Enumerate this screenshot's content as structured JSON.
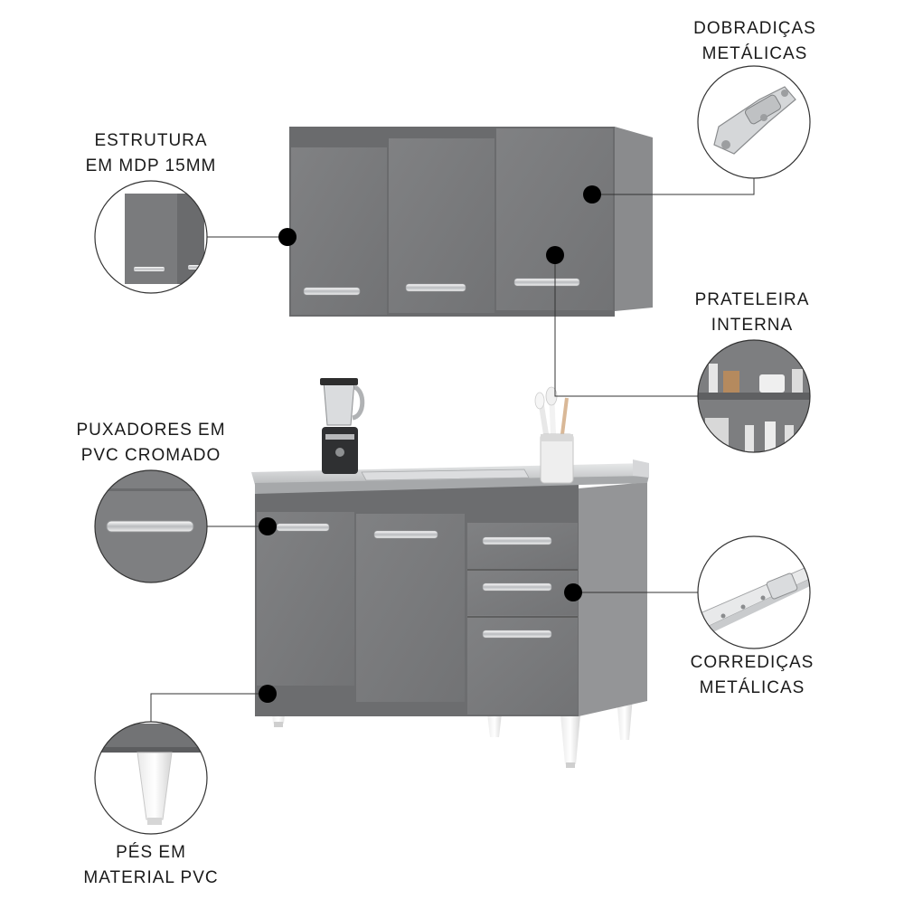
{
  "features": {
    "hinges": {
      "line1": "DOBRADIÇAS",
      "line2": "METÁLICAS"
    },
    "structure": {
      "line1": "ESTRUTURA",
      "line2": "EM MDP 15MM"
    },
    "shelf": {
      "line1": "PRATELEIRA",
      "line2": "INTERNA"
    },
    "handles": {
      "line1": "PUXADORES EM",
      "line2": "PVC CROMADO"
    },
    "slides": {
      "line1": "CORREDIÇAS",
      "line2": "METÁLICAS"
    },
    "feet": {
      "line1": "PÉS EM",
      "line2": "MATERIAL PVC"
    }
  },
  "colors": {
    "cabinet": "#7a7b7d",
    "cabinet_dark": "#5f6062",
    "countertop": "#cfd1d3",
    "dot": "#000000"
  }
}
